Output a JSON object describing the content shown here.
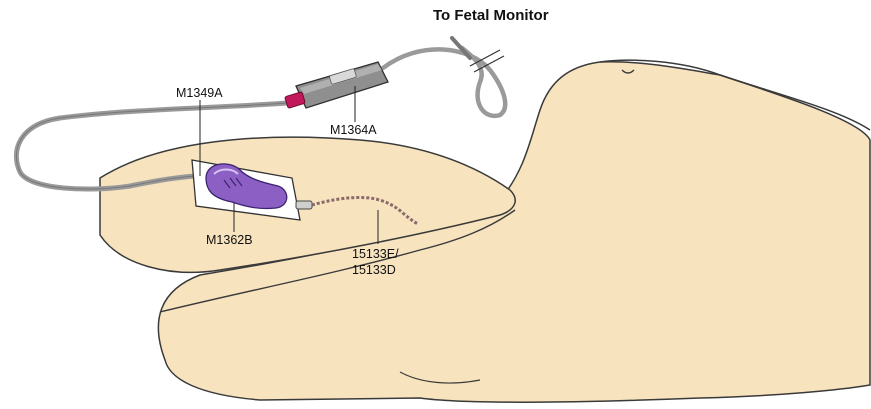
{
  "diagram": {
    "title": "To Fetal Monitor",
    "labels": {
      "m1349a": "M1349A",
      "m1364a": "M1364A",
      "m1362b": "M1362B",
      "p15133e": "15133E/",
      "p15133d": "15133D"
    }
  },
  "colors": {
    "skin": "#f7e3be",
    "skin_outline": "#3a3a3a",
    "cable": "#9a9a9a",
    "adapter": "#8f8f8f",
    "connector": "#c2185b",
    "electrode": "#8b5fc4",
    "pad": "#ffffff"
  }
}
